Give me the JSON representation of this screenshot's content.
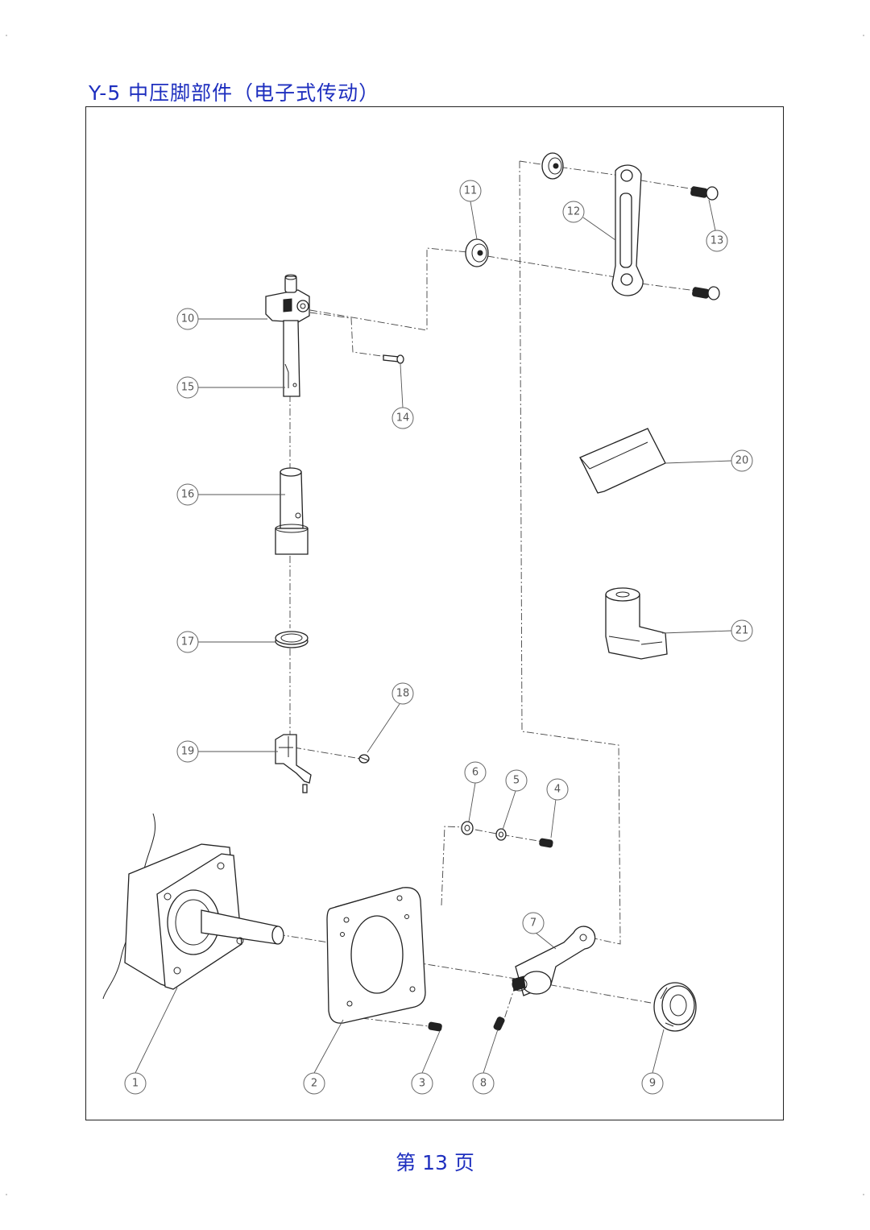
{
  "header": {
    "title": "Y-5 中压脚部件（电子式传动）"
  },
  "footer": {
    "page_label": "第 13 页"
  },
  "callouts": {
    "c1": "1",
    "c2": "2",
    "c3": "3",
    "c4": "4",
    "c5": "5",
    "c6": "6",
    "c7": "7",
    "c8": "8",
    "c9": "9",
    "c10": "10",
    "c11": "11",
    "c12": "12",
    "c13": "13",
    "c14": "14",
    "c15": "15",
    "c16": "16",
    "c17": "17",
    "c18": "18",
    "c19": "19",
    "c20": "20",
    "c21": "21"
  }
}
